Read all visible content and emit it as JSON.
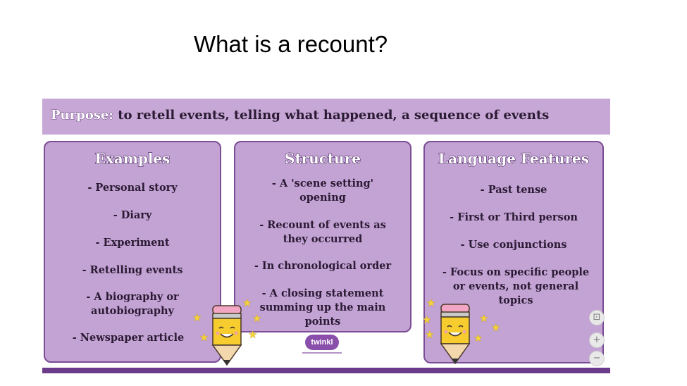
{
  "slide": {
    "title": "What is a recount?"
  },
  "poster": {
    "purpose_label": "Purpose:",
    "purpose_text": " to retell events, telling what happened, a sequence of events",
    "logo_text": "twinkl",
    "columns": [
      {
        "title": "Examples",
        "items": [
          "- Personal story",
          "- Diary",
          "- Experiment",
          "- Retelling events",
          "- A biography or autobiography",
          "- Newspaper article"
        ]
      },
      {
        "title": "Structure",
        "items": [
          "- A 'scene setting' opening",
          "- Recount of events as they occurred",
          "- In chronological order",
          "- A closing statement summing up the main points"
        ]
      },
      {
        "title": "Language Features",
        "items": [
          "- Past tense",
          "- First or Third person",
          "- Use conjunctions",
          "- Focus on specific people or events, not general topics"
        ]
      }
    ]
  },
  "zoom_controls": {
    "fit": "⊡",
    "in": "+",
    "out": "−"
  },
  "colors": {
    "panel": "#c3a3d4",
    "panel_border": "#7a4d95",
    "header_band": "#c7a7d5",
    "bottom_band": "#6c3a8a"
  },
  "icons": [
    "pencil-mascot-icon",
    "star-icon",
    "twinkl-logo",
    "fit-to-screen-icon",
    "zoom-in-icon",
    "zoom-out-icon"
  ]
}
